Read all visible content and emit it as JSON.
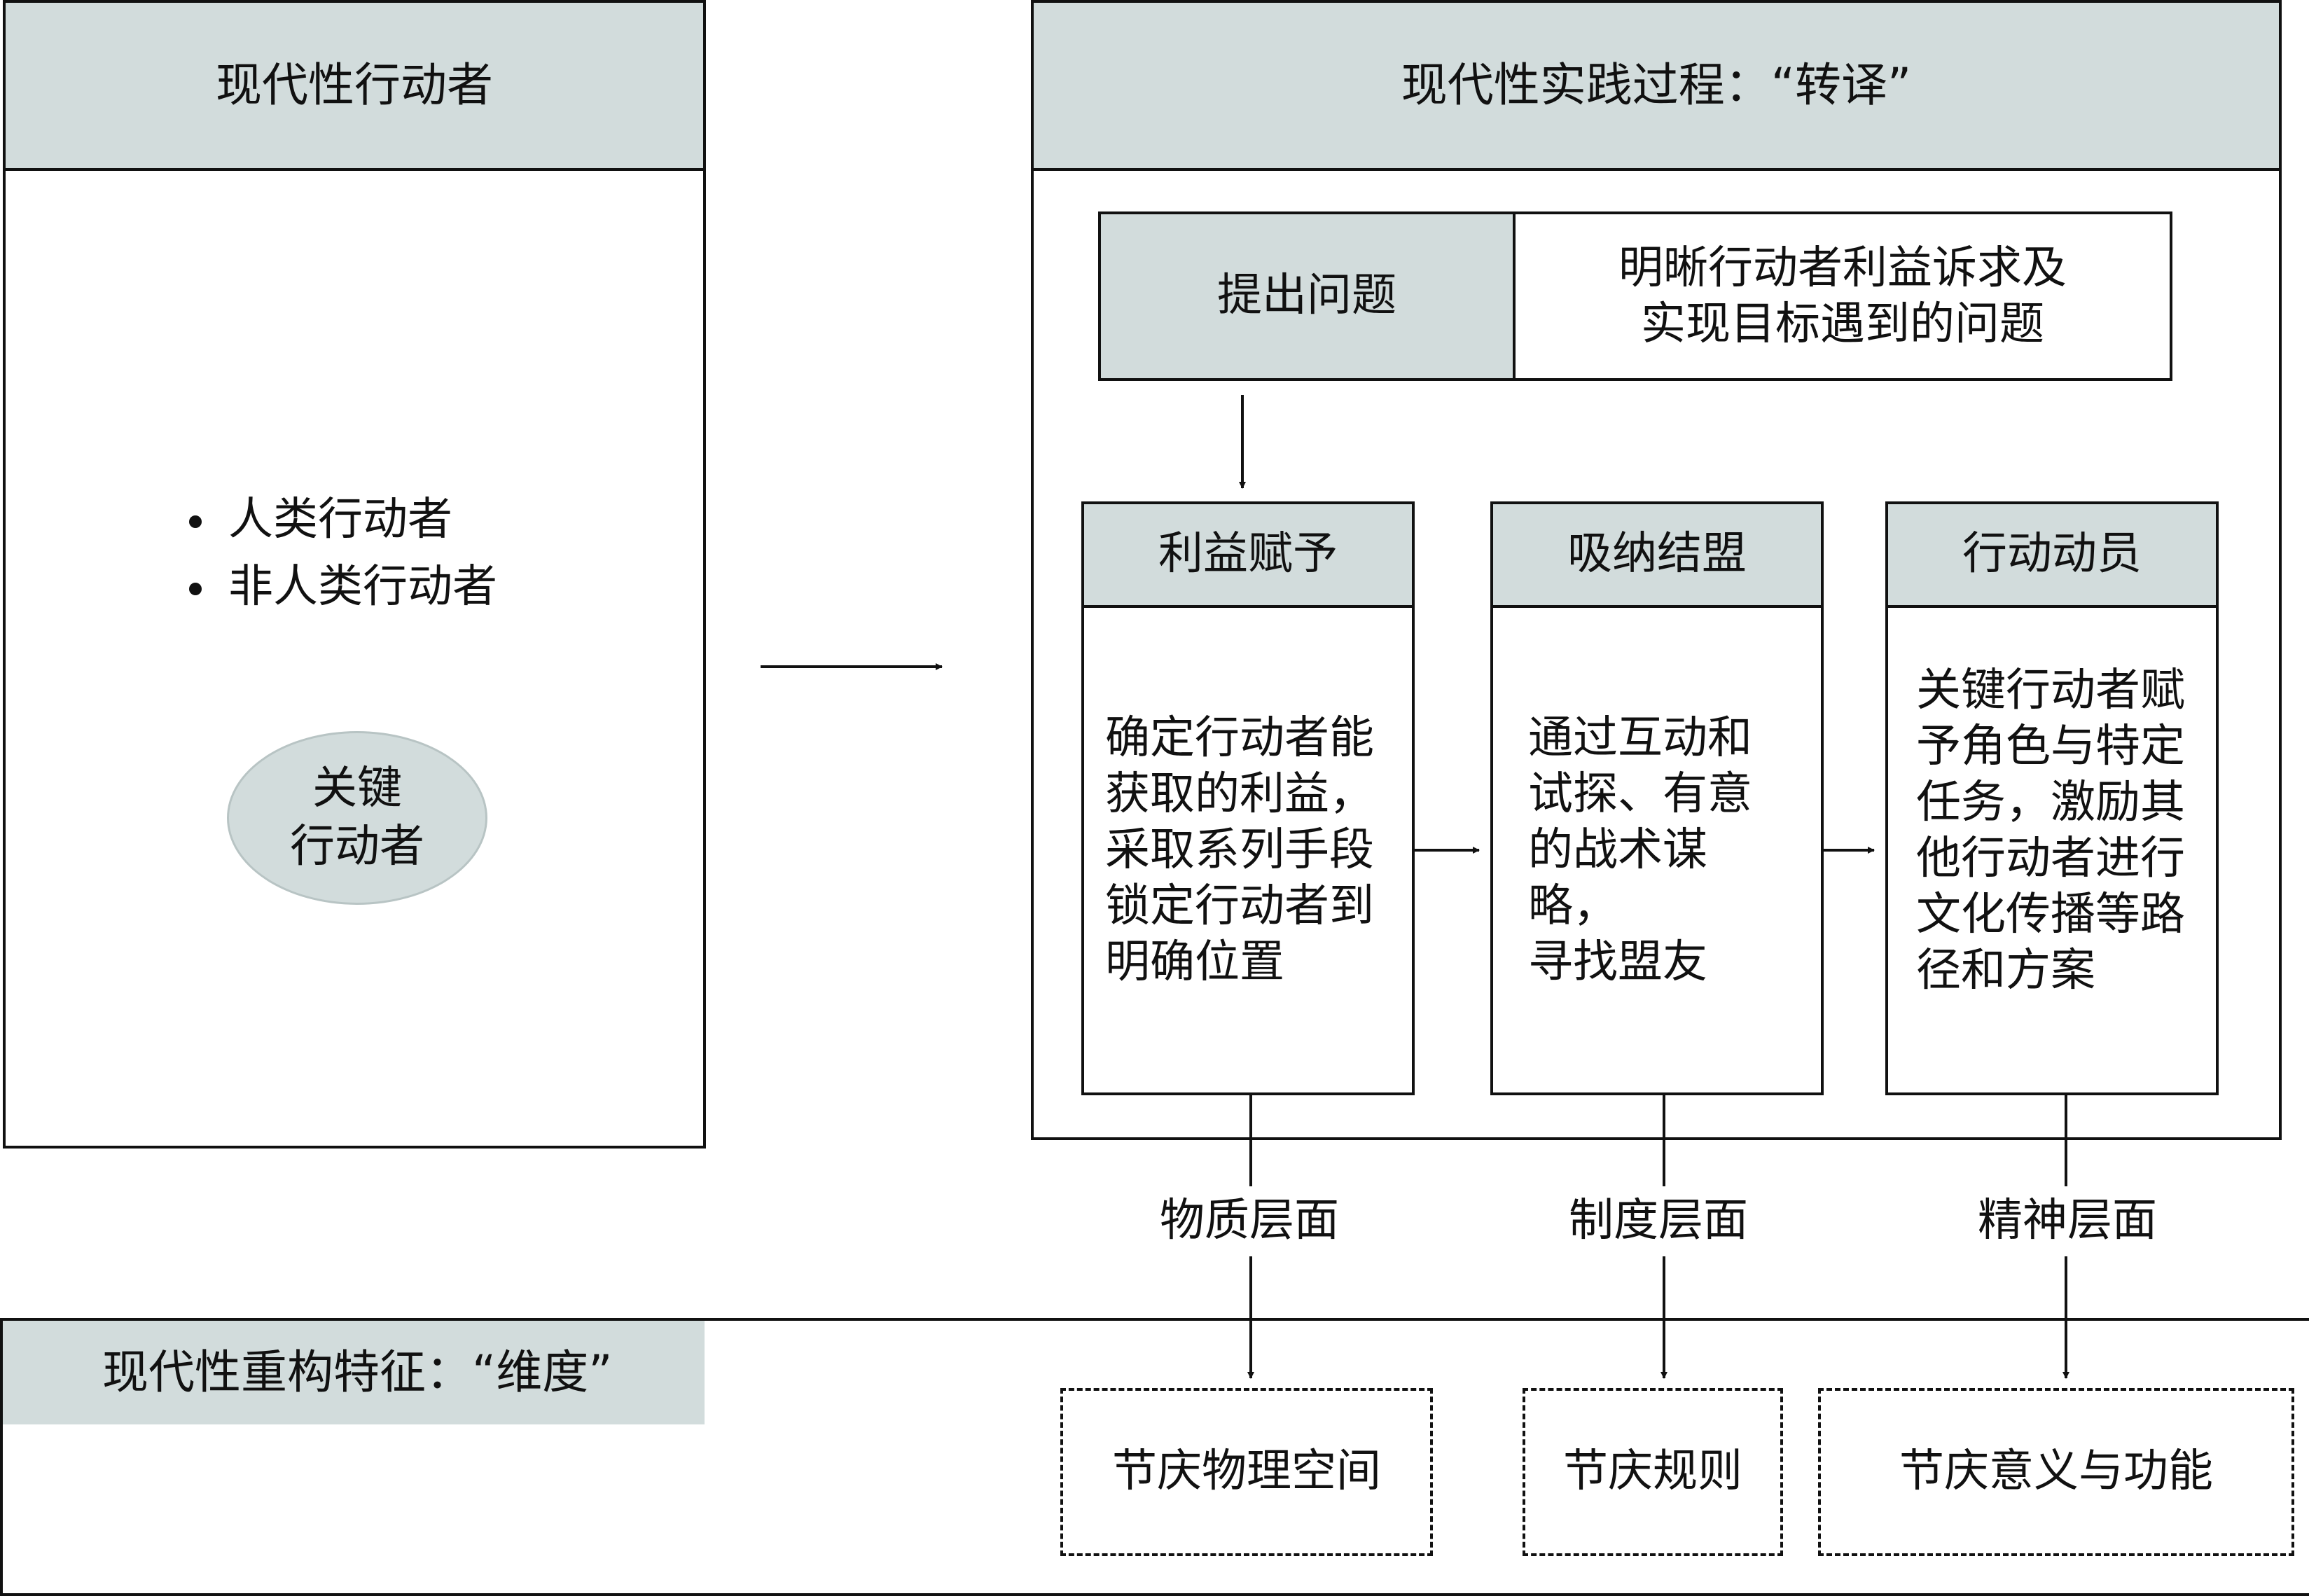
{
  "left_panel": {
    "title": "现代性行动者",
    "bullets": [
      "人类行动者",
      "非人类行动者"
    ],
    "key_ellipse": {
      "line1": "关键",
      "line2": "行动者"
    }
  },
  "right_panel": {
    "title": "现代性实践过程：“转译”",
    "problem": {
      "label": "提出问题",
      "description_line1": "明晰行动者利益诉求及",
      "description_line2": "实现目标遇到的问题"
    },
    "stages": [
      {
        "title": "利益赋予",
        "lines": [
          "确定行动者能",
          "获取的利益，",
          "采取系列手段",
          "锁定行动者到",
          "明确位置"
        ]
      },
      {
        "title": "吸纳结盟",
        "lines": [
          "通过互动和",
          "试探、有意",
          "的战术谋略，",
          "寻找盟友"
        ]
      },
      {
        "title": "行动动员",
        "lines": [
          "关键行动者赋",
          "予角色与特定",
          "任务，激励其",
          "他行动者进行",
          "文化传播等路",
          "径和方案"
        ]
      }
    ]
  },
  "levels": [
    "物质层面",
    "制度层面",
    "精神层面"
  ],
  "bottom_panel": {
    "title": "现代性重构特征：“维度”",
    "outcomes": [
      "节庆物理空间",
      "节庆规则",
      "节庆意义与功能"
    ]
  },
  "colors": {
    "header_fill": "#d2dcdc",
    "line": "#111111"
  }
}
